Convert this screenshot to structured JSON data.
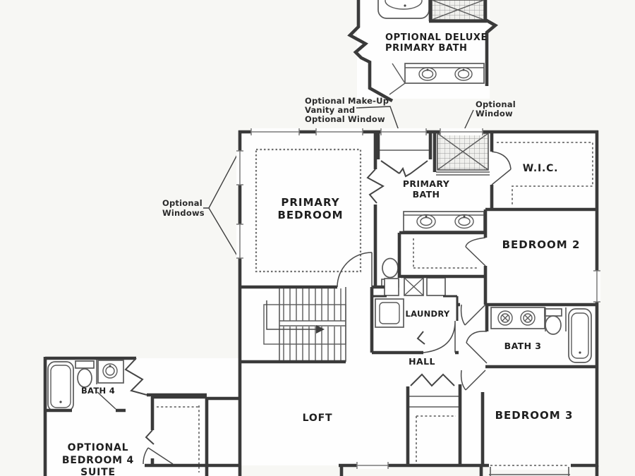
{
  "colors": {
    "bg": "#f7f7f4",
    "floor": "#fefefe",
    "wall": "#3a3a3a",
    "fixture": "#5a5a5a",
    "dash": "#6f6f6f",
    "label": "#1f1f1f"
  },
  "inset_deluxe": {
    "line1": "OPTIONAL DELUXE",
    "line2": "PRIMARY BATH"
  },
  "annotations": {
    "makeup": {
      "l1": "Optional Make-Up",
      "l2": "Vanity and",
      "l3": "Optional Window"
    },
    "window": {
      "l1": "Optional",
      "l2": "Window"
    },
    "windows": {
      "l1": "Optional",
      "l2": "Windows"
    }
  },
  "rooms": {
    "primary_bedroom": {
      "l1": "PRIMARY",
      "l2": "BEDROOM"
    },
    "primary_bath": {
      "l1": "PRIMARY",
      "l2": "BATH"
    },
    "wic": "W.I.C.",
    "bedroom2": "BEDROOM 2",
    "bedroom3": "BEDROOM 3",
    "bath3": "BATH 3",
    "bath4": "BATH 4",
    "laundry": "LAUNDRY",
    "hall": "HALL",
    "loft": "LOFT",
    "opt_bedroom4": {
      "l1": "OPTIONAL",
      "l2": "BEDROOM 4",
      "l3": "SUITE"
    }
  }
}
